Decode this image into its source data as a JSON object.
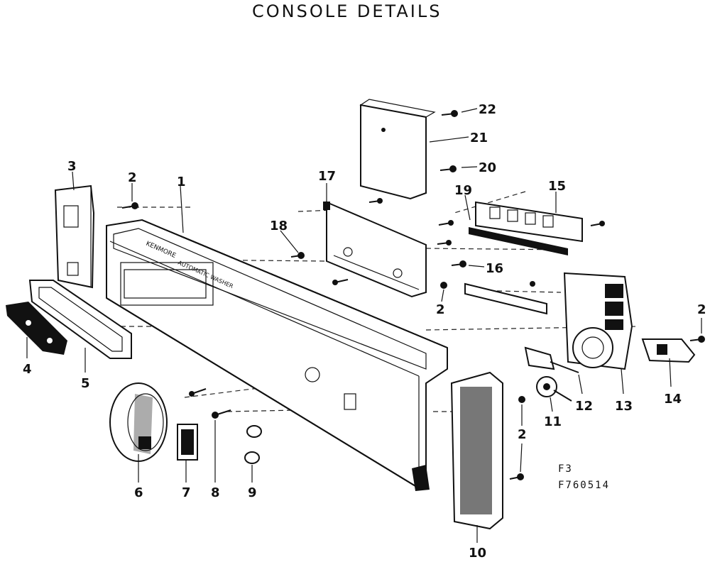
{
  "title": "CONSOLE DETAILS",
  "part_labels": [
    "1",
    "2",
    "2",
    "2",
    "2",
    "3",
    "4",
    "5",
    "6",
    "7",
    "8",
    "9",
    "10",
    "11",
    "12",
    "13",
    "14",
    "15",
    "16",
    "17",
    "18",
    "19",
    "20",
    "21",
    "22"
  ],
  "panel_text": {
    "brand": "KENMORE",
    "line": "AUTOMATIC WASHER"
  },
  "figure_codes": {
    "fig": "F3",
    "number": "F760514"
  }
}
